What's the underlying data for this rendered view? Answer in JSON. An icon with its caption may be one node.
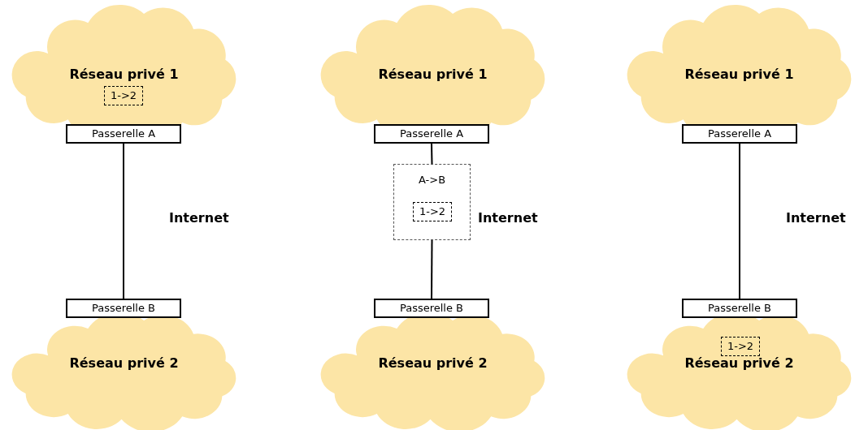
{
  "diagram": {
    "nodes": [
      {
        "text": [
          "Réseau privé 1"
        ]
      },
      {
        "text": [
          "1->2"
        ],
        "in": 0
      },
      {
        "text": [
          "Passerelle A"
        ]
      },
      {
        "text": [
          "Passerelle B"
        ]
      },
      {
        "text": [
          "Réseau privé 2"
        ]
      },
      {
        "text": [
          "Réseau privé 1"
        ]
      },
      {
        "text": [
          "Passerelle A"
        ]
      },
      {
        "text": [
          "A->B"
        ]
      },
      {
        "text": [
          "1->2"
        ],
        "in": 7
      },
      {
        "text": [
          "Passerelle B"
        ]
      },
      {
        "text": [
          "Réseau privé 2"
        ]
      },
      {
        "text": [
          "Réseau privé 1"
        ]
      },
      {
        "text": [
          "Passerelle A"
        ]
      },
      {
        "text": [
          "Passerelle B"
        ]
      },
      {
        "text": [
          "Réseau privé 2"
        ]
      },
      {
        "text": [
          "1->2"
        ],
        "in": 14
      }
    ],
    "edges": [
      {
        "from": 2,
        "to": 3,
        "arrow": "none"
      },
      {
        "from": 6,
        "to": 7,
        "arrow": "none"
      },
      {
        "from": 7,
        "to": 9,
        "arrow": "none"
      },
      {
        "from": 12,
        "to": 13,
        "arrow": "none"
      }
    ],
    "labels": [
      "Internet",
      "Internet",
      "Internet"
    ]
  }
}
